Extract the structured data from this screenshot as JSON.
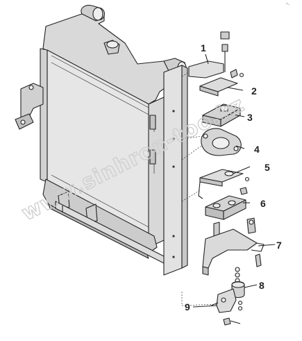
{
  "corner_mark": "^-",
  "watermark": "www.sinhron-too.kz",
  "callouts": [
    {
      "id": "callout-1",
      "label": "1"
    },
    {
      "id": "callout-2",
      "label": "2"
    },
    {
      "id": "callout-3",
      "label": "3"
    },
    {
      "id": "callout-4",
      "label": "4"
    },
    {
      "id": "callout-5",
      "label": "5"
    },
    {
      "id": "callout-6",
      "label": "6"
    },
    {
      "id": "callout-7",
      "label": "7"
    },
    {
      "id": "callout-8",
      "label": "8"
    },
    {
      "id": "callout-9",
      "label": "9"
    }
  ]
}
